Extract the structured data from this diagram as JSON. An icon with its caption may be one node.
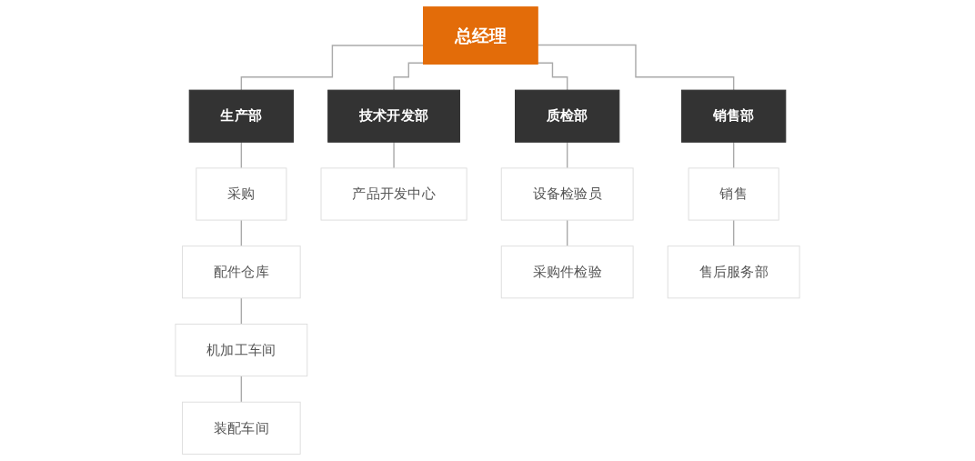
{
  "diagram": {
    "nodes": [
      {
        "text": [
          "总经理"
        ]
      },
      {
        "text": [
          "生产部"
        ]
      },
      {
        "text": [
          "技术开发部"
        ]
      },
      {
        "text": [
          "质检部"
        ]
      },
      {
        "text": [
          "销售部"
        ]
      },
      {
        "text": [
          "采购"
        ]
      },
      {
        "text": [
          "配件仓库"
        ]
      },
      {
        "text": [
          "机加工车间"
        ]
      },
      {
        "text": [
          "装配车间"
        ]
      },
      {
        "text": [
          "产品开发中心"
        ]
      },
      {
        "text": [
          "设备检验员"
        ]
      },
      {
        "text": [
          "采购件检验"
        ]
      },
      {
        "text": [
          "销售"
        ]
      },
      {
        "text": [
          "售后服务部"
        ]
      }
    ],
    "edges": [
      {
        "from": 0,
        "to": 1,
        "arrow": "none"
      },
      {
        "from": 0,
        "to": 2,
        "arrow": "none"
      },
      {
        "from": 0,
        "to": 3,
        "arrow": "none"
      },
      {
        "from": 0,
        "to": 4,
        "arrow": "none"
      },
      {
        "from": 1,
        "to": 5,
        "arrow": "none"
      },
      {
        "from": 5,
        "to": 6,
        "arrow": "none"
      },
      {
        "from": 6,
        "to": 7,
        "arrow": "none"
      },
      {
        "from": 7,
        "to": 8,
        "arrow": "none"
      },
      {
        "from": 2,
        "to": 9,
        "arrow": "none"
      },
      {
        "from": 3,
        "to": 10,
        "arrow": "none"
      },
      {
        "from": 10,
        "to": 11,
        "arrow": "none"
      },
      {
        "from": 4,
        "to": 12,
        "arrow": "none"
      },
      {
        "from": 12,
        "to": 13,
        "arrow": "none"
      }
    ]
  }
}
